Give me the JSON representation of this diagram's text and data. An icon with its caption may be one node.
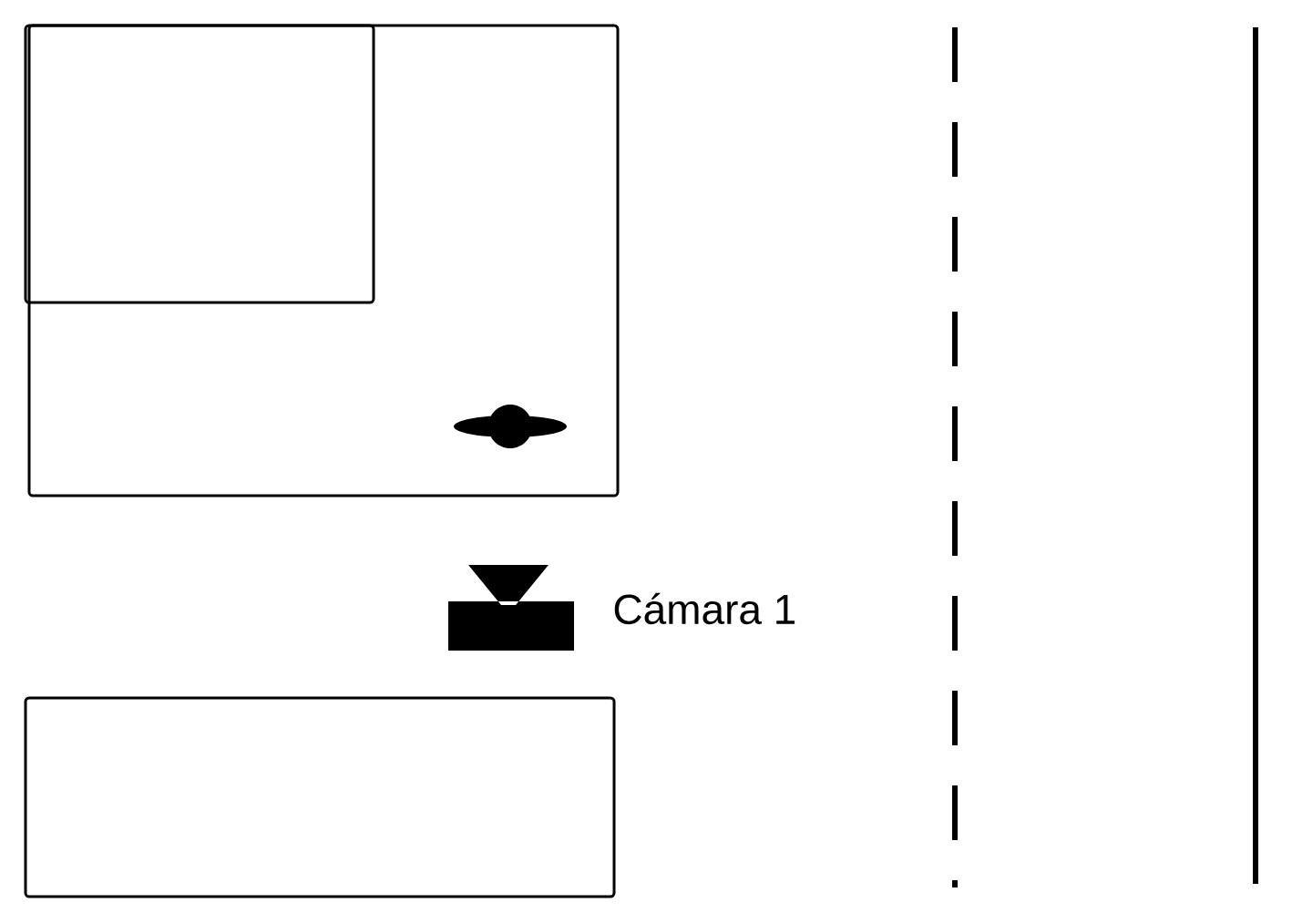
{
  "diagram": {
    "nodes": [
      {
        "text": [],
        "shape": "box"
      },
      {
        "text": [],
        "shape": "box",
        "in": 0
      },
      {
        "text": [],
        "shape": "box"
      }
    ],
    "labels": [
      "Cámara 1"
    ]
  }
}
